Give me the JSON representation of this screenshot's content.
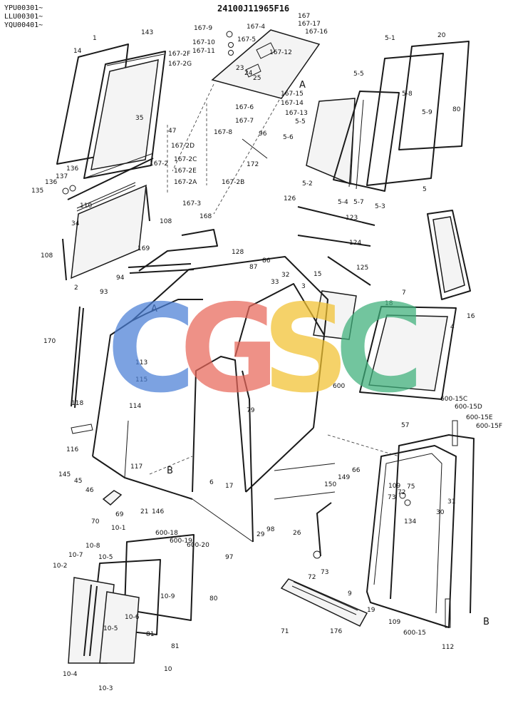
{
  "header": {
    "serial_lines": [
      "YPU00301~",
      "LLU00301~",
      "YQU00401~"
    ],
    "document_number": "24100J11965F16"
  },
  "watermark": {
    "letters": [
      {
        "char": "C",
        "color": "#4a7fd6"
      },
      {
        "char": "G",
        "color": "#e8675a"
      },
      {
        "char": "S",
        "color": "#f2c230"
      },
      {
        "char": "C",
        "color": "#3daf7a"
      }
    ]
  },
  "labels": {
    "l1": "1",
    "l143": "143",
    "l14": "14",
    "l35": "35",
    "l167_2f": "167-2F",
    "l167_2g": "167-2G",
    "l167_9": "167-9",
    "l167_10": "167-10",
    "l167_11": "167-11",
    "l167_5": "167-5",
    "l167_4": "167-4",
    "l167": "167",
    "l167_17": "167-17",
    "l167_16": "167-16",
    "l167_12": "167-12",
    "l23": "23",
    "l24": "24",
    "l25": "25",
    "lA1": "A",
    "l167_15": "167-15",
    "l167_14": "167-14",
    "l167_6": "167-6",
    "l167_13": "167-13",
    "l167_7": "167-7",
    "l167_8": "167-8",
    "l96": "96",
    "l172": "172",
    "l47": "47",
    "l167_2d": "167-2D",
    "l167_2": "167-2",
    "l167_2c": "167-2C",
    "l167_2e": "167-2E",
    "l167_2a": "167-2A",
    "l167_2b": "167-2B",
    "l167_3": "167-3",
    "l136a": "136",
    "l136b": "136",
    "l137": "137",
    "l135": "135",
    "l110": "110",
    "l34": "34",
    "l108a": "108",
    "l108b": "108",
    "l2": "2",
    "l168": "168",
    "l169": "169",
    "l94": "94",
    "l93": "93",
    "l5_1": "5-1",
    "l20": "20",
    "l5_5a": "5-5",
    "l5_8": "5-8",
    "l5_9": "5-9",
    "l80a": "80",
    "l5_5b": "5-5",
    "l5_6": "5-6",
    "l5_2": "5-2",
    "l5_4": "5-4",
    "l5_7": "5-7",
    "l5_3": "5-3",
    "l5": "5",
    "l126": "126",
    "l123": "123",
    "l124": "124",
    "l125": "125",
    "l128": "128",
    "l86": "86",
    "l87": "87",
    "l32": "32",
    "l33": "33",
    "l3": "3",
    "l15": "15",
    "l18": "18",
    "l7": "7",
    "l16": "16",
    "l4": "4",
    "lA2": "A",
    "l170": "170",
    "l113": "113",
    "l115": "115",
    "l114": "114",
    "l79": "79",
    "l600": "600",
    "l118": "118",
    "l116": "116",
    "l600_15c": "600-15C",
    "l600_15d": "600-15D",
    "l600_15e": "600-15E",
    "l600_15f": "600-15F",
    "l57": "57",
    "l145": "145",
    "l45": "45",
    "l46": "46",
    "l117": "117",
    "lB1": "B",
    "l6": "6",
    "l17": "17",
    "l109a": "109",
    "l75": "75",
    "l73a": "73",
    "l72a": "72",
    "l31": "31",
    "l30": "30",
    "l134": "134",
    "l150": "150",
    "l149": "149",
    "l66": "66",
    "l70": "70",
    "l69": "69",
    "l10_1": "10-1",
    "l146": "146",
    "l21": "21",
    "l600_18": "600-18",
    "l600_19": "600-19",
    "l600_20": "600-20",
    "l29": "29",
    "l98": "98",
    "l97": "97",
    "l26": "26",
    "l10_8": "10-8",
    "l10_7": "10-7",
    "l10_5a": "10-5",
    "l10_2": "10-2",
    "l10_9": "10-9",
    "l80b": "80",
    "l10_6": "10-6",
    "l10_5b": "10-5",
    "l81a": "81",
    "l81b": "81",
    "l10_4": "10-4",
    "l10": "10",
    "l10_3": "10-3",
    "l72b": "72",
    "l73b": "73",
    "l9": "9",
    "l19": "19",
    "l71": "71",
    "l176": "176",
    "l109b": "109",
    "l600_15": "600-15",
    "l112": "112",
    "lB2": "B"
  }
}
